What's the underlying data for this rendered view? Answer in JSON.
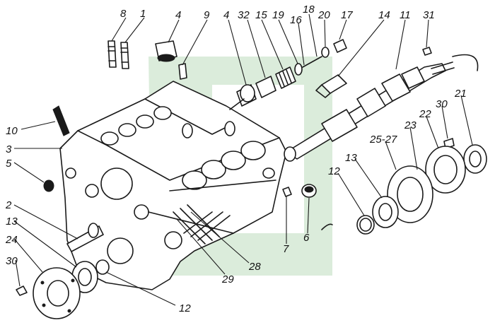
{
  "watermark_color": "#cfe6cf",
  "ink_color": "#1a1a1a",
  "labels": {
    "l1": "1",
    "l2": "2",
    "l3": "3",
    "l4a": "4",
    "l4b": "4",
    "l5": "5",
    "l6": "6",
    "l7": "7",
    "l8": "8",
    "l9": "9",
    "l10": "10",
    "l11": "11",
    "l12a": "12",
    "l12b": "12",
    "l13a": "13",
    "l13b": "13",
    "l14": "14",
    "l15": "15",
    "l16": "16",
    "l17": "17",
    "l18": "18",
    "l19": "19",
    "l20": "20",
    "l21": "21",
    "l22": "22",
    "l23": "23",
    "l24": "24",
    "l25_27": "25-27",
    "l28": "28",
    "l29": "29",
    "l30a": "30",
    "l30b": "30",
    "l31": "31",
    "l32": "32"
  }
}
